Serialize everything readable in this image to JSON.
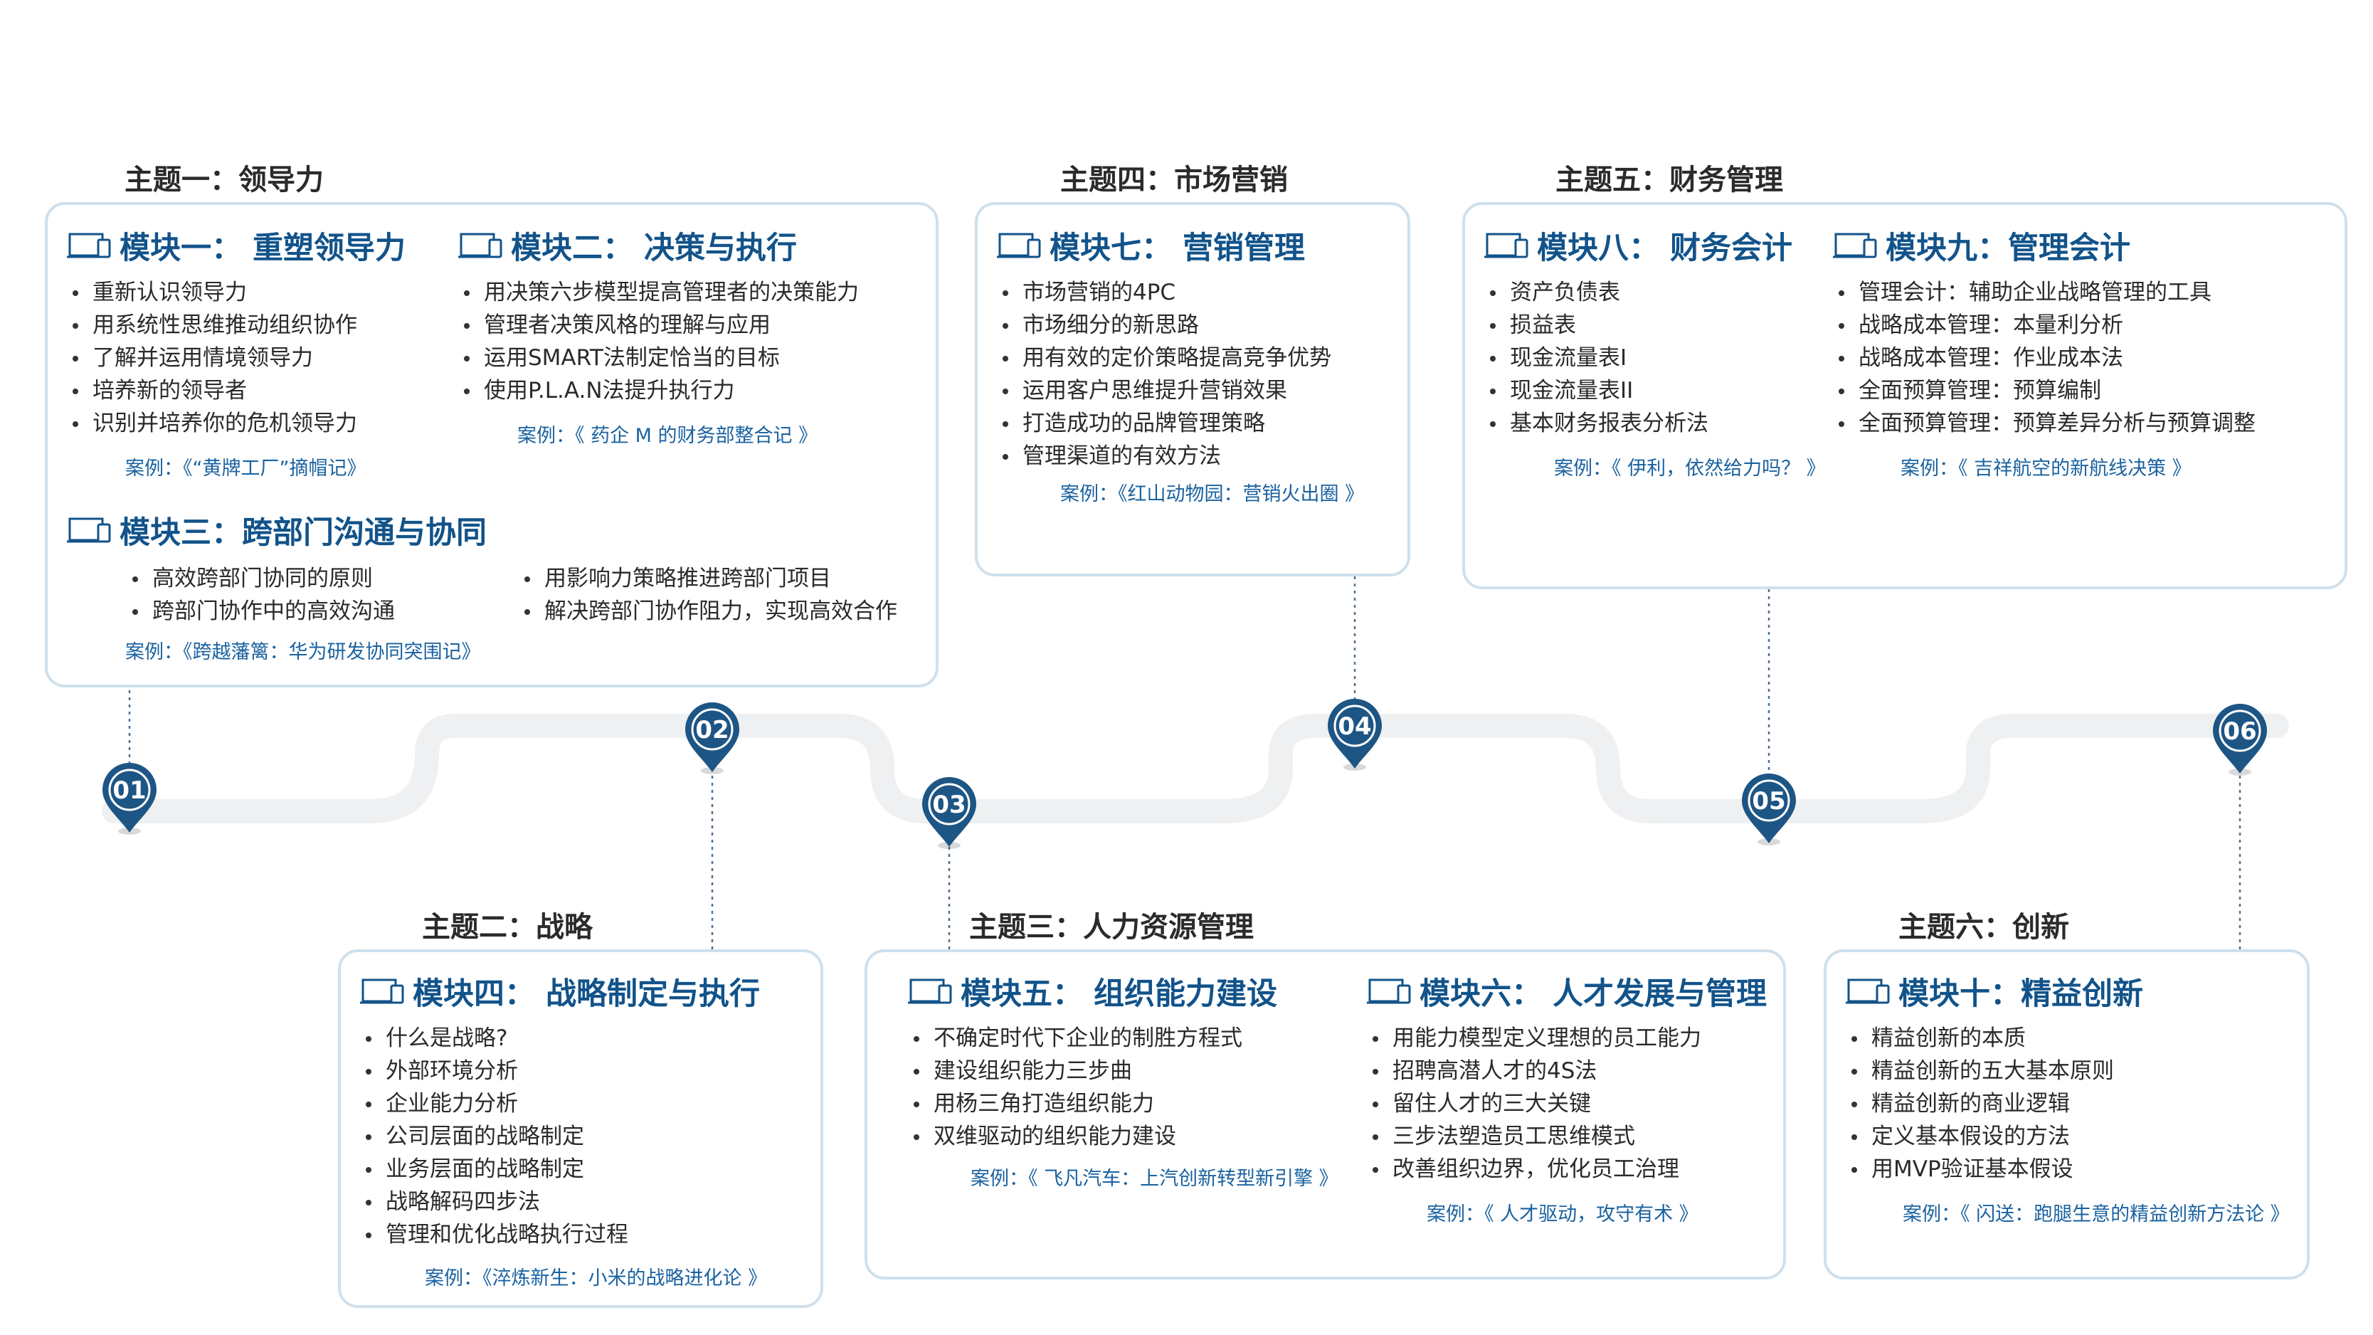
{
  "themes": [
    {
      "title": "主题一：领导力"
    },
    {
      "title": "主题二：战略"
    },
    {
      "title": "主题三：人力资源管理"
    },
    {
      "title": "主题四：市场营销"
    },
    {
      "title": "主题五：财务管理"
    },
    {
      "title": "主题六：创新"
    }
  ],
  "modules": {
    "m1": {
      "title": "模块一： 重塑领导力",
      "items": [
        "重新认识领导力",
        "用系统性思维推动组织协作",
        "了解并运用情境领导力",
        "培养新的领导者",
        "识别并培养你的危机领导力"
      ]
    },
    "m2": {
      "title": "模块二： 决策与执行",
      "items": [
        "用决策六步模型提高管理者的决策能力",
        "管理者决策风格的理解与应用",
        "运用SMART法制定恰当的目标",
        "使用P.L.A.N法提升执行力"
      ]
    },
    "m3": {
      "title": "模块三：跨部门沟通与协同",
      "items": [
        "高效跨部门协同的原则",
        "跨部门协作中的高效沟通",
        "用影响力策略推进跨部门项目",
        "解决跨部门协作阻力，实现高效合作"
      ]
    },
    "m4": {
      "title": "模块四： 战略制定与执行",
      "items": [
        "什么是战略?",
        "外部环境分析",
        "企业能力分析",
        "公司层面的战略制定",
        "业务层面的战略制定",
        "战略解码四步法",
        "管理和优化战略执行过程"
      ]
    },
    "m5": {
      "title": "模块五： 组织能力建设",
      "items": [
        "不确定时代下企业的制胜方程式",
        "建设组织能力三步曲",
        "用杨三角打造组织能力",
        "双维驱动的组织能力建设"
      ]
    },
    "m6": {
      "title": "模块六： 人才发展与管理",
      "items": [
        "用能力模型定义理想的员工能力",
        "招聘高潜人才的4S法",
        "留住人才的三大关键",
        "三步法塑造员工思维模式",
        "改善组织边界，优化员工治理"
      ]
    },
    "m7": {
      "title": "模块七： 营销管理",
      "items": [
        "市场营销的4PC",
        "市场细分的新思路",
        "用有效的定价策略提高竞争优势",
        "运用客户思维提升营销效果",
        "打造成功的品牌管理策略",
        "管理渠道的有效方法"
      ]
    },
    "m8": {
      "title": "模块八： 财务会计",
      "items": [
        "资产负债表",
        "损益表",
        "现金流量表I",
        "现金流量表II",
        "基本财务报表分析法"
      ]
    },
    "m9": {
      "title": "模块九：管理会计",
      "items": [
        "管理会计：辅助企业战略管理的工具",
        "战略成本管理：本量利分析",
        "战略成本管理：作业成本法",
        "全面预算管理：预算编制",
        "全面预算管理：预算差异分析与预算调整"
      ]
    },
    "m10": {
      "title": "模块十：精益创新",
      "items": [
        "精益创新的本质",
        "精益创新的五大基本原则",
        "精益创新的商业逻辑",
        "定义基本假设的方法",
        "用MVP验证基本假设"
      ]
    }
  },
  "cases": {
    "c1": "案例：《“黄牌工厂”摘帽记》",
    "c2": "案例：《 药企 M 的财务部整合记 》",
    "c3": "案例：《跨越藩篱：华为研发协同突围记》",
    "c4": "案例：《淬炼新生：小米的战略进化论 》",
    "c5": "案例：《 飞凡汽车：上汽创新转型新引擎 》",
    "c6": "案例：《 人才驱动，攻守有术 》",
    "c7": "案例：《红山动物园：营销火出圈 》",
    "c8": "案例：《 伊利，依然给力吗？ 》",
    "c9": "案例：《 吉祥航空的新航线决策 》",
    "c10": "案例：《 闪送：跑腿生意的精益创新方法论 》"
  },
  "pins": [
    "01",
    "02",
    "03",
    "04",
    "05",
    "06"
  ],
  "colors": {
    "accent": "#12538a",
    "pin": "#1d5585",
    "box_border": "#cfe0ec",
    "road": "#eef0f2",
    "case_text": "#1a62a0"
  },
  "icons": {
    "module": "laptop-icon",
    "pin": "map-pin-icon"
  }
}
